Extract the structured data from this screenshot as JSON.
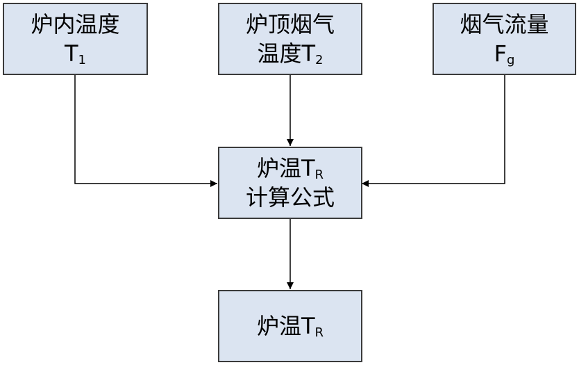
{
  "nodes": {
    "inner_temp": {
      "line1": "炉内温度",
      "line2_main": "T",
      "line2_sub": "1"
    },
    "top_flue_temp": {
      "line1": "炉顶烟气",
      "line2_main": "温度T",
      "line2_sub": "2"
    },
    "flue_flow": {
      "line1": "烟气流量",
      "line2_main": "F",
      "line2_sub": "g"
    },
    "formula": {
      "line1_main": "炉温T",
      "line1_sub": "R",
      "line2": "计算公式"
    },
    "output": {
      "line1_main": "炉温T",
      "line1_sub": "R"
    }
  },
  "colors": {
    "box_fill": "#dbe4f1",
    "stroke": "#3b3b3b",
    "arrow": "#000000"
  }
}
